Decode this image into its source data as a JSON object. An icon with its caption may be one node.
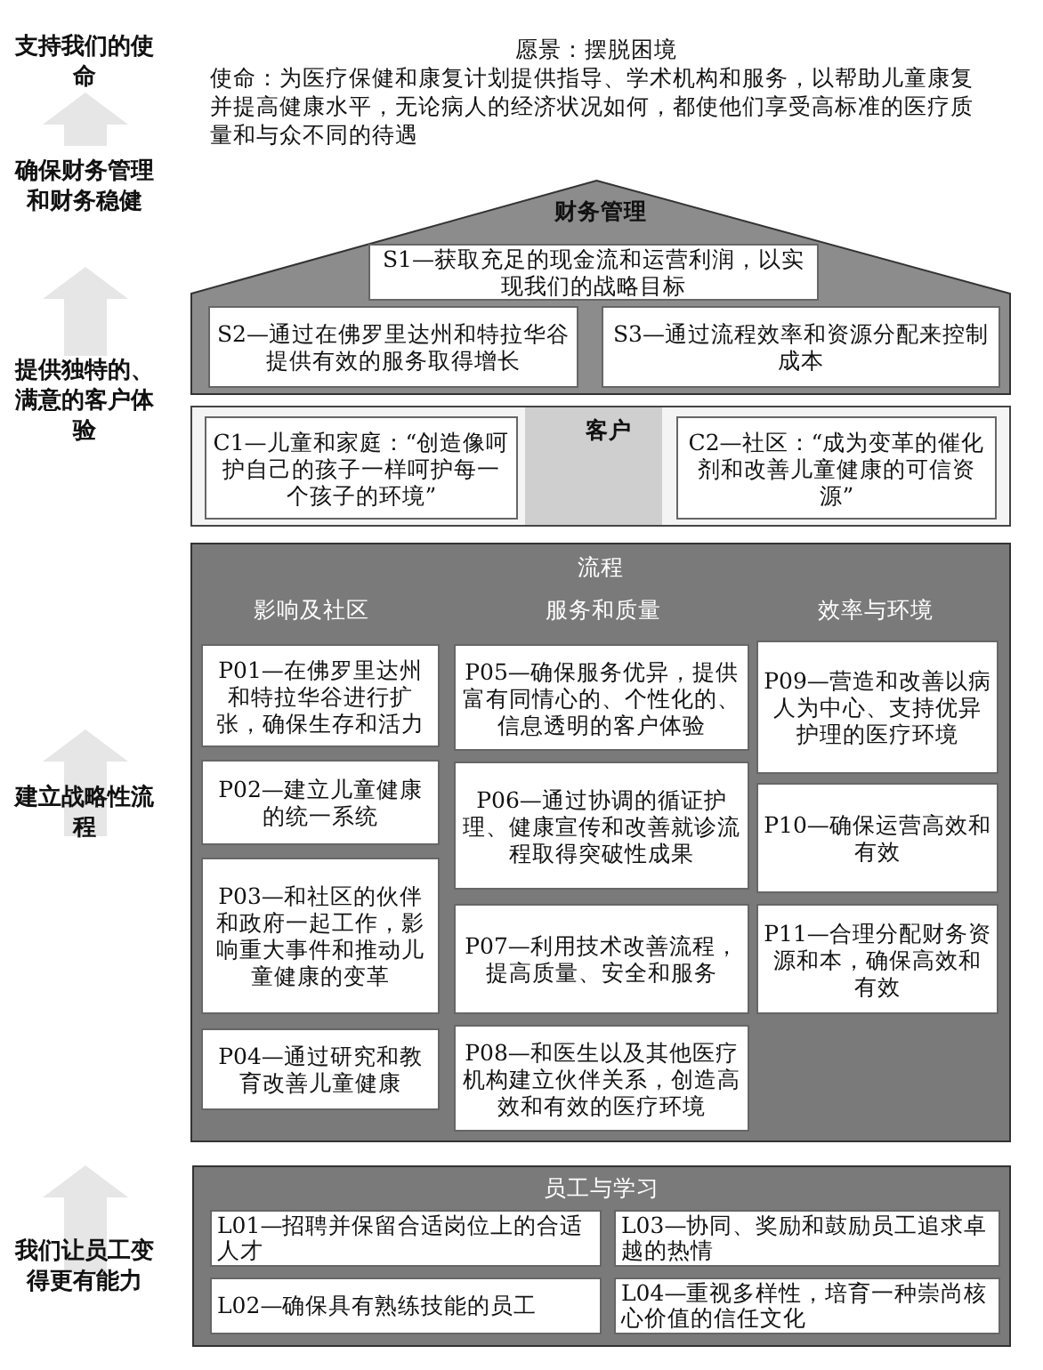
{
  "diagram": {
    "nodes": [
      {
        "text": [
          "财务管理"
        ]
      },
      {
        "text": [
          "S1—获取充足的现金流和运营利润，以实现我们的战略目标"
        ],
        "in": 0
      },
      {
        "text": [
          "S2—通过在佛罗里达州和特拉华谷提供有效的服务取得增长"
        ],
        "in": 0
      },
      {
        "text": [
          "S3—通过流程效率和资源分配来控制成本"
        ],
        "in": 0
      },
      {
        "text": [
          "客户"
        ]
      },
      {
        "text": [
          "C1—儿童和家庭：“创造像呵护自己的孩子一样呵护每一个孩子的环境”"
        ],
        "in": 4
      },
      {
        "text": [
          "C2—社区：“成为变革的催化剂和改善儿童健康的可信资源”"
        ],
        "in": 4
      },
      {
        "text": [
          "流程",
          "影响及社区",
          "服务和质量",
          "效率与环境"
        ]
      },
      {
        "text": [
          "P01—在佛罗里达州和特拉华谷进行扩张，确保生存和活力"
        ],
        "in": 7
      },
      {
        "text": [
          "P02—建立儿童健康的统一系统"
        ],
        "in": 7
      },
      {
        "text": [
          "P03—和社区的伙伴和政府一起工作，影响重大事件和推动儿童健康的变革"
        ],
        "in": 7
      },
      {
        "text": [
          "P04—通过研究和教育改善儿童健康"
        ],
        "in": 7
      },
      {
        "text": [
          "P05—确保服务优异，提供富有同情心的、个性化的、信息透明的客户体验"
        ],
        "in": 7
      },
      {
        "text": [
          "P06—通过协调的循证护理、健康宣传和改善就诊流程取得突破性成果"
        ],
        "in": 7
      },
      {
        "text": [
          "P07—利用技术改善流程，提高质量、安全和服务"
        ],
        "in": 7
      },
      {
        "text": [
          "P08—和医生以及其他医疗机构建立伙伴关系，创造高效和有效的医疗环境"
        ],
        "in": 7
      },
      {
        "text": [
          "P09—营造和改善以病人为中心、支持优异护理的医疗环境"
        ],
        "in": 7
      },
      {
        "text": [
          "P10—确保运营高效和有效"
        ],
        "in": 7
      },
      {
        "text": [
          "P11—合理分配财务资源和本，确保高效和有效"
        ],
        "in": 7
      },
      {
        "text": [
          "员工与学习"
        ]
      },
      {
        "text": [
          "L01—招聘并保留合适岗位上的合适人才"
        ],
        "in": 19
      },
      {
        "text": [
          "L03—协同、奖励和鼓励员工追求卓越的热情"
        ],
        "in": 19
      },
      {
        "text": [
          "L02—确保具有熟练技能的员工"
        ],
        "in": 19
      },
      {
        "text": [
          "L04—重视多样性，培育一种崇尚核心价值的信任文化"
        ],
        "in": 19
      }
    ],
    "labels": [
      "支持我们的使命",
      "愿景：摆脱困境",
      "使命：为医疗保健和康复计划提供指导、学术机构和服务，以帮助儿童康复并提高健康水平，无论病人的经济状况如何，都使他们享受高标准的医疗质量和与众不同的待遇",
      "确保财务管理和财务稳健",
      "提供独特的、满意的客户体验",
      "建立战略性流程",
      "我们让员工变得更有能力"
    ]
  }
}
